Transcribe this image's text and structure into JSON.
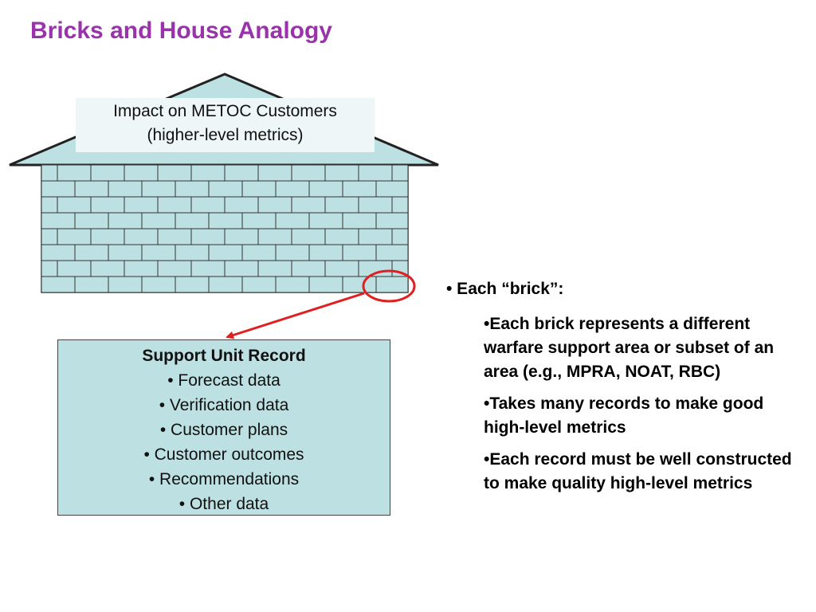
{
  "slide": {
    "title": "Bricks and House Analogy"
  },
  "house": {
    "roof_label_line1": "Impact on METOC Customers",
    "roof_label_line2": "(higher-level metrics)",
    "colors": {
      "roof_fill": "#bde0e2",
      "roof_label_bg": "#eef6f7",
      "brick_fill": "#bde0e2",
      "mortar": "#333333",
      "highlight": "#e02020"
    }
  },
  "record": {
    "title": "Support Unit Record",
    "items": [
      "• Forecast data",
      "• Verification data",
      "• Customer plans",
      "• Customer outcomes",
      "• Recommendations",
      "• Other data"
    ]
  },
  "notes": {
    "heading": "• Each “brick”:",
    "points": [
      "•Each brick represents a different warfare support area or subset of an area (e.g., MPRA, NOAT, RBC)",
      "•Takes many records to make good high-level metrics",
      "•Each record must be well constructed to make quality high-level metrics"
    ]
  }
}
